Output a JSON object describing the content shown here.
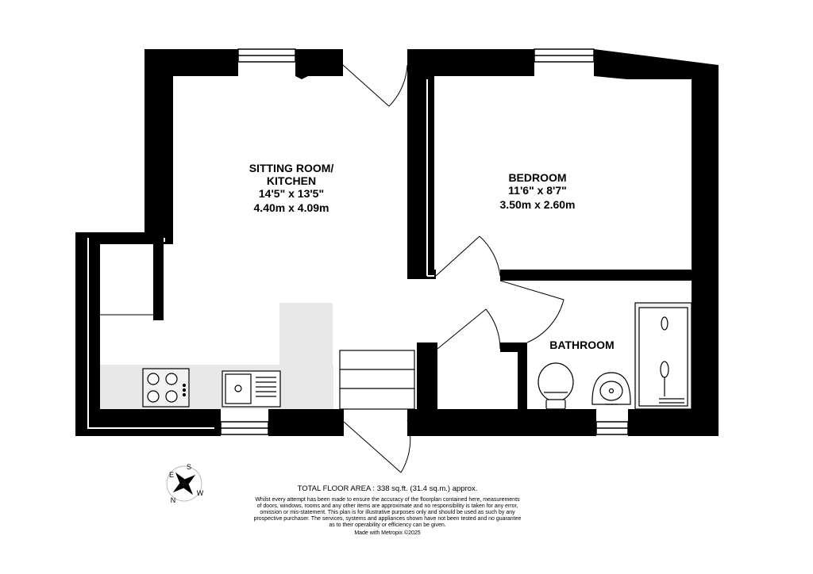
{
  "rooms": {
    "sitting": {
      "name_line1": "SITTING ROOM/",
      "name_line2": "KITCHEN",
      "imperial": "14'5\"  x 13'5\"",
      "metric": "4.40m  x 4.09m"
    },
    "bedroom": {
      "name": "BEDROOM",
      "imperial": "11'6\"  x 8'7\"",
      "metric": "3.50m  x 2.60m"
    },
    "bathroom": {
      "name": "BATHROOM"
    }
  },
  "footer": {
    "total_area": "TOTAL FLOOR AREA : 338 sq.ft. (31.4 sq.m.) approx.",
    "disclaimer": [
      "Whilst every attempt has been made to ensure the accuracy of the floorplan contained here, measurements",
      "of doors, windows, rooms and any other items are approximate and no responsibility is taken for any error,",
      "omission or mis-statement. This plan is for illustrative purposes only and should be used as such by any",
      "prospective purchaser. The services, systems and appliances shown have not been tested and no guarantee",
      "as to their operability or efficiency can be given."
    ],
    "credit": "Made with Metropix ©2025"
  },
  "compass": {
    "n": "N",
    "s": "S",
    "e": "E",
    "w": "W"
  },
  "colors": {
    "wall": "#000000",
    "fixture_fill": "#eeeeee",
    "floor_tile": "#e8e8e8"
  }
}
